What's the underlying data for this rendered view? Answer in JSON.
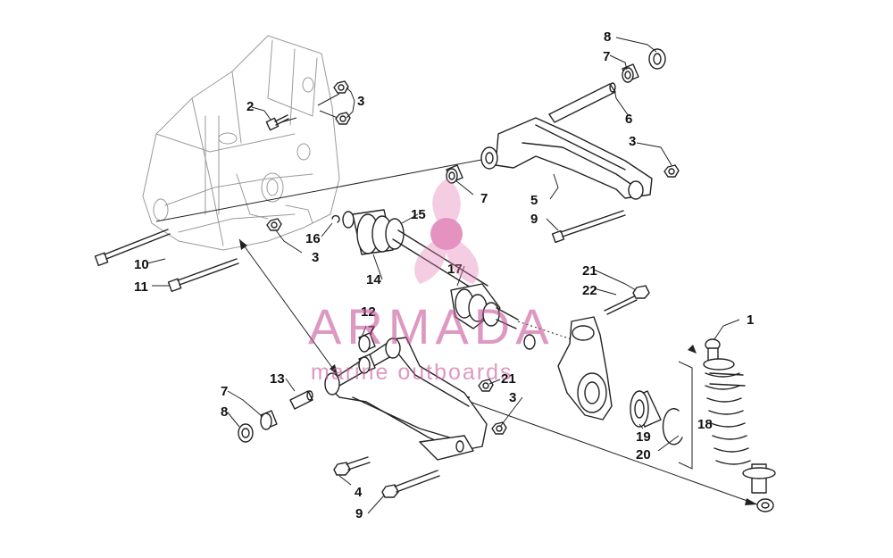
{
  "watermark": {
    "brand": "ARMADA",
    "tagline": "marine outboards",
    "color": "#c8559a",
    "logo_color": "#e27fb6"
  },
  "callouts": [
    {
      "id": "c1",
      "label": "1"
    },
    {
      "id": "c2",
      "label": "2"
    },
    {
      "id": "c3a",
      "label": "3"
    },
    {
      "id": "c3b",
      "label": "3"
    },
    {
      "id": "c3c",
      "label": "3"
    },
    {
      "id": "c3d",
      "label": "3"
    },
    {
      "id": "c4",
      "label": "4"
    },
    {
      "id": "c5",
      "label": "5"
    },
    {
      "id": "c6",
      "label": "6"
    },
    {
      "id": "c7a",
      "label": "7"
    },
    {
      "id": "c7b",
      "label": "7"
    },
    {
      "id": "c7c",
      "label": "7"
    },
    {
      "id": "c7d",
      "label": "7"
    },
    {
      "id": "c8a",
      "label": "8"
    },
    {
      "id": "c8b",
      "label": "8"
    },
    {
      "id": "c9a",
      "label": "9"
    },
    {
      "id": "c9b",
      "label": "9"
    },
    {
      "id": "c10",
      "label": "10"
    },
    {
      "id": "c11",
      "label": "11"
    },
    {
      "id": "c12",
      "label": "12"
    },
    {
      "id": "c13",
      "label": "13"
    },
    {
      "id": "c14",
      "label": "14"
    },
    {
      "id": "c15",
      "label": "15"
    },
    {
      "id": "c16",
      "label": "16"
    },
    {
      "id": "c17",
      "label": "17"
    },
    {
      "id": "c18",
      "label": "18"
    },
    {
      "id": "c19",
      "label": "19"
    },
    {
      "id": "c20",
      "label": "20"
    },
    {
      "id": "c21a",
      "label": "21"
    },
    {
      "id": "c21b",
      "label": "21"
    },
    {
      "id": "c22",
      "label": "22"
    }
  ]
}
